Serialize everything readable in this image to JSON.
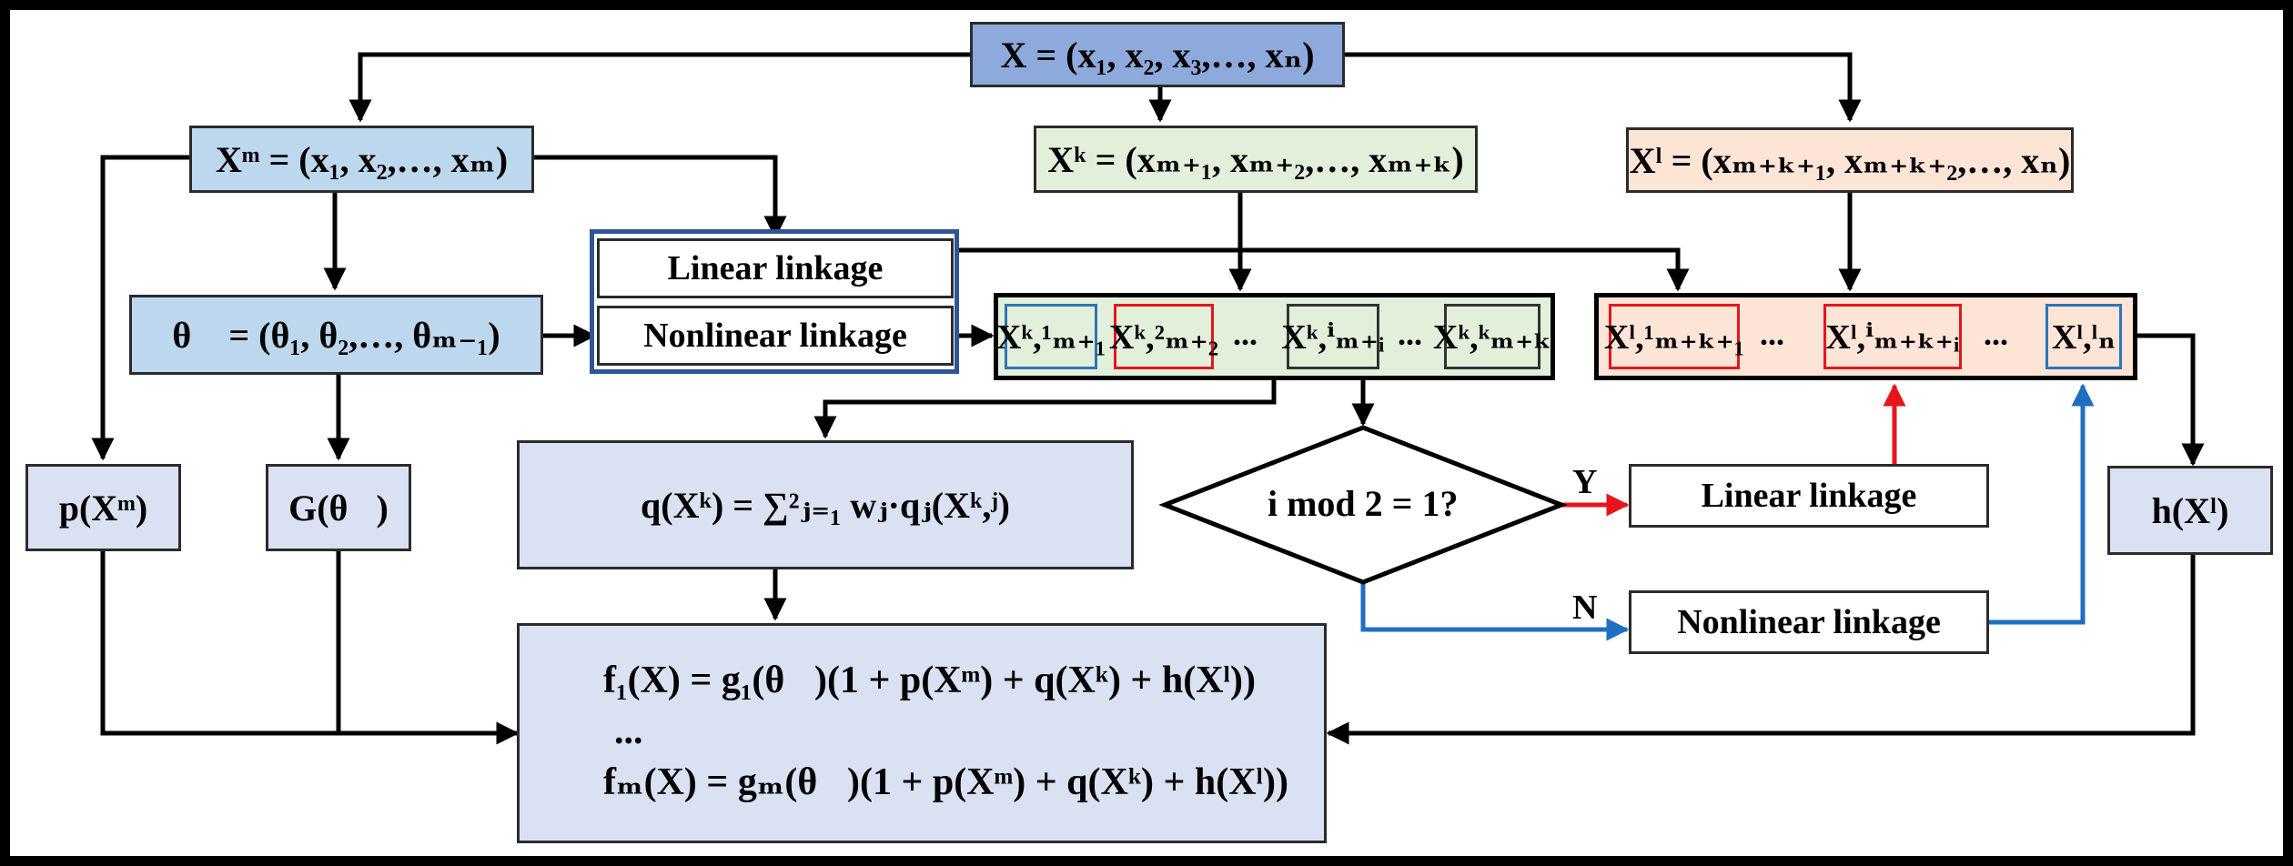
{
  "nodes": {
    "x_all": "X = (x₁, x₂, x₃,…, xₙ)",
    "x_m": "Xᵐ = (x₁, x₂,…, xₘ)",
    "x_k": "Xᵏ = (xₘ₊₁, xₘ₊₂,…, xₘ₊ₖ)",
    "x_l": "Xˡ = (xₘ₊ₖ₊₁, xₘ₊ₖ₊₂,…, xₙ)",
    "theta": "θ⃗ = (θ₁, θ₂,…, θₘ₋₁)",
    "linear_linkage_top": "Linear linkage",
    "nonlinear_linkage_top": "Nonlinear linkage",
    "p": "p(Xᵐ)",
    "g": "G(θ⃗)",
    "q": "q(Xᵏ) = ∑²ⱼ₌₁ wⱼ·qⱼ(Xᵏ,ʲ)",
    "decision": "i mod 2 = 1?",
    "linear_linkage_right": "Linear linkage",
    "nonlinear_linkage_right": "Nonlinear linkage",
    "h": "h(Xˡ)",
    "f1": "f₁(X) = g₁(θ⃗)(1 + p(Xᵐ) + q(Xᵏ) + h(Xˡ))",
    "f_dots": "...",
    "fm": "fₘ(X) = gₘ(θ⃗)(1 + p(Xᵐ) + q(Xᵏ) + h(Xˡ))"
  },
  "k_group": {
    "cells": [
      "Xᵏ,¹ₘ₊₁",
      "Xᵏ,²ₘ₊₂",
      "Xᵏ,ⁱₘ₊ᵢ",
      "Xᵏ,ᵏₘ₊ₖ"
    ],
    "ellipsis": "..."
  },
  "l_group": {
    "cells": [
      "Xˡ,¹ₘ₊ₖ₊₁",
      "Xˡ,ⁱₘ₊ₖ₊ᵢ",
      "Xˡ,ˡₙ"
    ],
    "ellipsis": "..."
  },
  "edge_labels": {
    "yes": "Y",
    "no": "N"
  },
  "colors": {
    "top": "#8ea9db",
    "blue": "#bdd7ee",
    "green": "#e2efda",
    "peach": "#fce4d6",
    "lavender": "#d9e1f2",
    "linkage_border": "#2f5597",
    "red": "#e8141c",
    "blue_line": "#1f6fc1"
  }
}
